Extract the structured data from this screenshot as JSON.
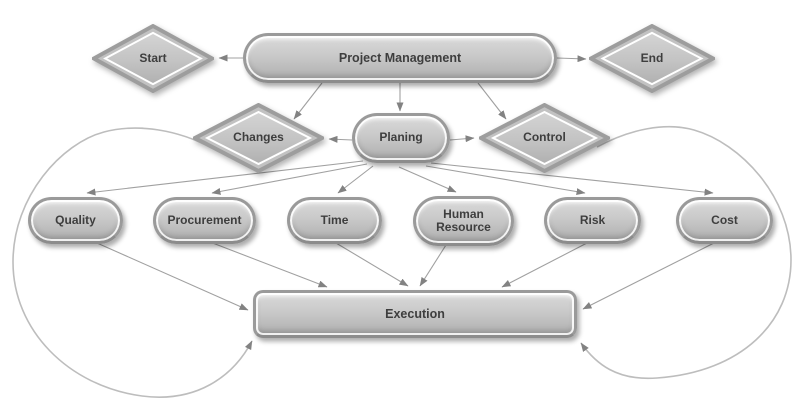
{
  "nodes": {
    "start": {
      "label": "Start",
      "shape": "diamond"
    },
    "project_management": {
      "label": "Project Management",
      "shape": "pill"
    },
    "end": {
      "label": "End",
      "shape": "diamond"
    },
    "changes": {
      "label": "Changes",
      "shape": "diamond"
    },
    "planing": {
      "label": "Planing",
      "shape": "pill"
    },
    "control": {
      "label": "Control",
      "shape": "diamond"
    },
    "quality": {
      "label": "Quality",
      "shape": "pill"
    },
    "procurement": {
      "label": "Procurement",
      "shape": "pill"
    },
    "time": {
      "label": "Time",
      "shape": "pill"
    },
    "human_resource": {
      "label": "Human Resource",
      "shape": "pill"
    },
    "risk": {
      "label": "Risk",
      "shape": "pill"
    },
    "cost": {
      "label": "Cost",
      "shape": "pill"
    },
    "execution": {
      "label": "Execution",
      "shape": "rounded-rect"
    }
  },
  "edges": [
    {
      "from": "project_management",
      "to": "start"
    },
    {
      "from": "project_management",
      "to": "end"
    },
    {
      "from": "project_management",
      "to": "changes"
    },
    {
      "from": "project_management",
      "to": "planing"
    },
    {
      "from": "project_management",
      "to": "control"
    },
    {
      "from": "planing",
      "to": "changes"
    },
    {
      "from": "planing",
      "to": "control"
    },
    {
      "from": "planing",
      "to": "quality"
    },
    {
      "from": "planing",
      "to": "procurement"
    },
    {
      "from": "planing",
      "to": "time"
    },
    {
      "from": "planing",
      "to": "human_resource"
    },
    {
      "from": "planing",
      "to": "risk"
    },
    {
      "from": "planing",
      "to": "cost"
    },
    {
      "from": "quality",
      "to": "execution"
    },
    {
      "from": "procurement",
      "to": "execution"
    },
    {
      "from": "time",
      "to": "execution"
    },
    {
      "from": "human_resource",
      "to": "execution"
    },
    {
      "from": "risk",
      "to": "execution"
    },
    {
      "from": "cost",
      "to": "execution"
    },
    {
      "from": "changes",
      "to": "execution",
      "style": "loop-left"
    },
    {
      "from": "control",
      "to": "execution",
      "style": "loop-right"
    }
  ],
  "colors": {
    "background": "#ffffff",
    "node_fill_light": "#dadada",
    "node_fill_dark": "#aeaeae",
    "node_border": "#9a9a9a",
    "node_text": "#3e3e3e",
    "connector": "#a0a0a0",
    "arrowhead": "#828282",
    "loop_arc": "#bdbdbd"
  }
}
